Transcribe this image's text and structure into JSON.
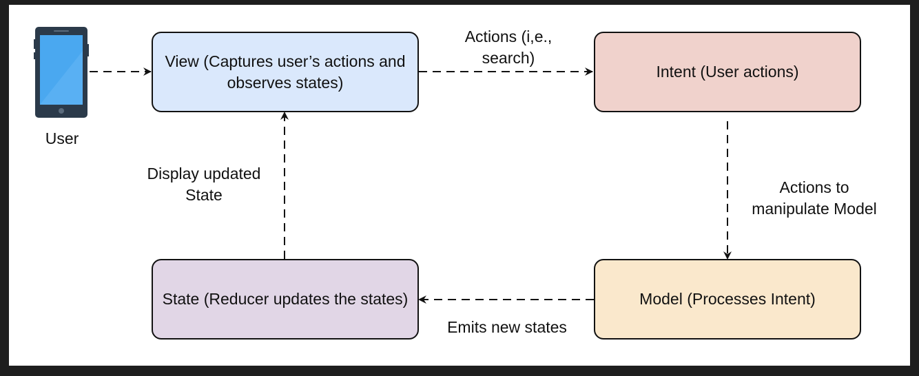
{
  "user": {
    "label": "User",
    "icon": "smartphone-icon"
  },
  "nodes": {
    "view": {
      "text": "View (Captures user’s actions and observes states)",
      "fill": "#dae8fc"
    },
    "intent": {
      "text": "Intent (User actions)",
      "fill": "#f0d2cc"
    },
    "model": {
      "text": "Model (Processes Intent)",
      "fill": "#fae8cc"
    },
    "state": {
      "text": "State (Reducer updates the states)",
      "fill": "#e1d6e6"
    }
  },
  "edges": {
    "view_to_intent": "Actions (i,e.,\nsearch)",
    "intent_to_model": "Actions to\nmanipulate Model",
    "model_to_state": "Emits new states",
    "state_to_view": "Display updated\nState"
  },
  "colors": {
    "stroke": "#111111",
    "phone_body": "#2b3a4a",
    "phone_screen": "#4aa8f0"
  }
}
